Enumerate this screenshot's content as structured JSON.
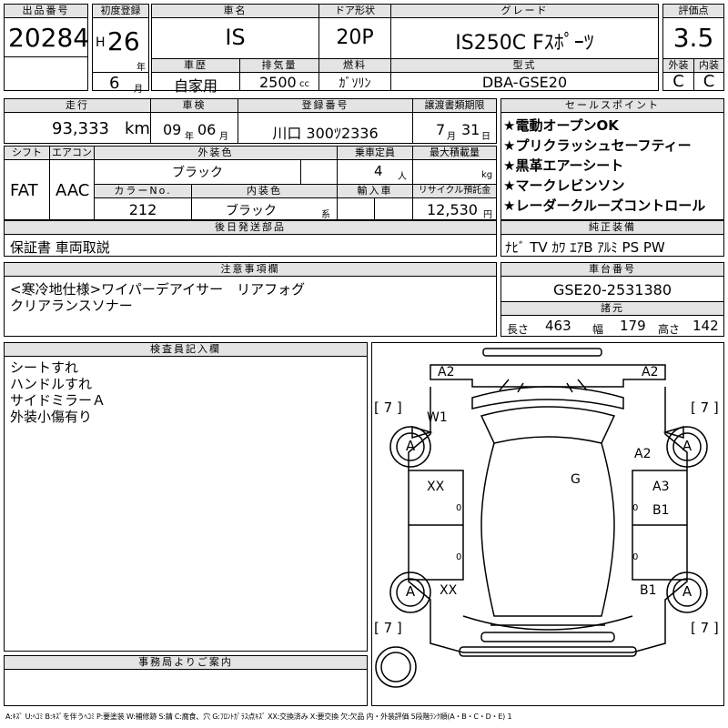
{
  "header": {
    "lot_no_label": "出品番号",
    "lot_no": "20284",
    "first_reg_label": "初度登録",
    "era": "H",
    "year": "26",
    "year_unit": "年",
    "month": "6",
    "month_unit": "月",
    "name_label": "車名",
    "name": "IS",
    "door_label": "ドア形状",
    "door": "20P",
    "grade_label": "グレード",
    "grade": "IS250C Fｽﾎﾟｰﾂ",
    "score_label": "評価点",
    "score": "3.5",
    "history_label": "車歴",
    "history": "自家用",
    "displacement_label": "排気量",
    "displacement": "2500",
    "displacement_unit": "cc",
    "fuel_label": "燃料",
    "fuel": "ｶﾞｿﾘﾝ",
    "model_label": "型式",
    "model": "DBA-GSE20",
    "exterior_label": "外装",
    "exterior": "C",
    "interior_label": "内装",
    "interior": "C"
  },
  "row2": {
    "mileage_label": "走行",
    "mileage": "93,333",
    "mileage_unit": "km",
    "inspection_label": "車検",
    "insp_year": "09",
    "insp_year_unit": "年",
    "insp_month": "06",
    "insp_month_unit": "月",
    "reg_no_label": "登録番号",
    "reg_no": "川口 300ﾂ2336",
    "transfer_label": "譲渡書類期限",
    "transfer_month": "7",
    "transfer_month_unit": "月",
    "transfer_day": "31",
    "transfer_day_unit": "日"
  },
  "row3": {
    "shift_label": "シフト",
    "shift": "FAT",
    "ac_label": "エアコン",
    "ac": "AAC",
    "ext_color_label": "外装色",
    "ext_color": "ブラック",
    "capacity_label": "乗車定員",
    "capacity": "4",
    "capacity_unit": "人",
    "max_load_label": "最大積載量",
    "max_load_unit": "kg",
    "color_no_label": "カラーNo.",
    "color_no": "212",
    "int_color_label": "内装色",
    "int_color": "ブラック",
    "int_color_suffix": "系",
    "import_label": "輸入車",
    "recycle_label": "リサイクル預託金",
    "recycle": "12,530",
    "recycle_unit": "円"
  },
  "later_parts": {
    "label": "後日発送部品",
    "value": "保証書 車両取説"
  },
  "sales_points": {
    "label": "セールスポイント",
    "items": [
      "★電動オープンOK",
      "★プリクラッシュセーフティー",
      "★黒革エアーシート",
      "★マークレビンソン",
      "★レーダークルーズコントロール"
    ]
  },
  "equipment": {
    "label": "純正装備",
    "value": "ﾅﾋﾞ TV ｶﾜ ｴｱB ｱﾙﾐ PS PW"
  },
  "notes": {
    "label": "注意事項欄",
    "lines": [
      "<寒冷地仕様>ワイパーデアイサー　リアフォグ",
      "クリアランスソナー"
    ]
  },
  "chassis": {
    "label": "車台番号",
    "value": "GSE20-2531380"
  },
  "dimensions": {
    "label": "諸元",
    "length_label": "長さ",
    "length": "463",
    "width_label": "幅",
    "width": "179",
    "height_label": "高さ",
    "height": "142"
  },
  "inspector": {
    "label": "検査員記入欄",
    "lines": [
      "シートすれ",
      "ハンドルすれ",
      "サイドミラーＡ",
      "外装小傷有り"
    ]
  },
  "office": {
    "label": "事務局よりご案内"
  },
  "diagram": {
    "marks": {
      "a2_fl": "A2",
      "a2_fr": "A2",
      "w1": "W1",
      "a2_r": "A2",
      "g": "G",
      "xx_l": "XX",
      "a3": "A3",
      "b1_r": "B1",
      "xx_lr": "XX",
      "b1_rr": "B1"
    },
    "tires": [
      "A",
      "A",
      "A",
      "A"
    ],
    "tire_brackets": [
      "[ 7 ]",
      "[ 7 ]",
      "[ 7 ]",
      "[ 7 ]"
    ],
    "zeros": [
      "0",
      "0",
      "0",
      "0"
    ]
  },
  "legend": "A:ｷｽﾞ U:ﾍｺﾐ B:ｷｽﾞを伴うﾍｺﾐ P:要塗装 W:補修跡 S:錆 C:腐食、穴 G:ﾌﾛﾝﾄｶﾞﾗｽ点ｷｽﾞ XX:交換済み X:要交換 欠:欠品 内・外装評価 5段階ﾗﾝｸ順(A・B・C・D・E) 1"
}
